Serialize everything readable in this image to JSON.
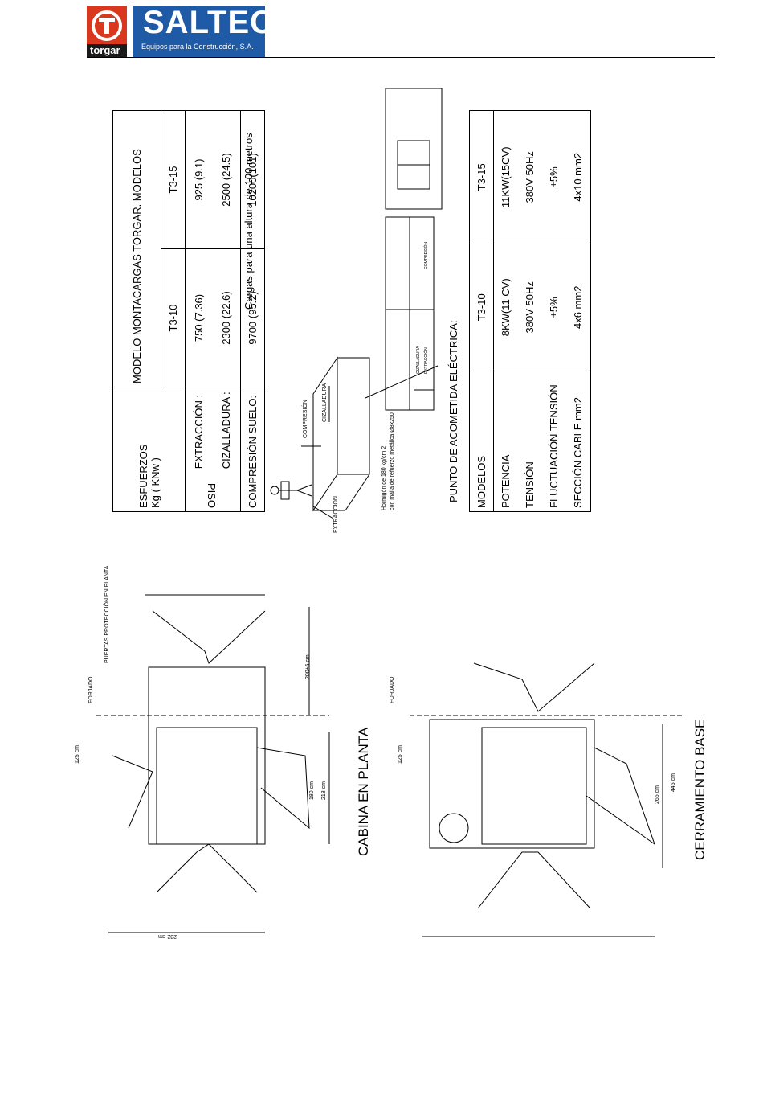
{
  "header": {
    "logo_word": "torgar",
    "brand": "SALTEC",
    "tagline": "Equipos para la Construcción, S.A."
  },
  "forces_table": {
    "title": "MODELO MONTACARGAS TORGAR. MODELOS",
    "esfuerzos_label": "ESFUERZOS",
    "unit_label": "Kg ( KNw )",
    "piso_label": "PISO",
    "columns": [
      "T3-10",
      "T3-15"
    ],
    "rows": [
      {
        "label": "EXTRACCIÓN :",
        "values": [
          "750 (7.36)",
          "925 (9.1)"
        ]
      },
      {
        "label": "CIZALLADURA :",
        "values": [
          "2300 (22.6)",
          "2500 (24.5)"
        ]
      },
      {
        "label": "COMPRESIÓN SUELO:",
        "values": [
          "9700 (95.2)",
          "10200(101)"
        ]
      }
    ]
  },
  "loads_caption": "Cargas para una altura de 100 metros",
  "slab_diagram": {
    "compresion": "COMPRESIÓN",
    "cizalladura": "CIZALLADURA",
    "extraccion": "EXTRACCIÓN",
    "note_line1": "Hormigón de 180 kg/cm 2",
    "note_line2": "con malla de refuerzo metálica Ø8x250"
  },
  "small_labels": {
    "extraccion": "EXTRACCIÓN",
    "cizalladura": "CIZALLADURA",
    "compresion": "COMPRESIÓN"
  },
  "electrical": {
    "title": "PUNTO DE ACOMETIDA ELÉCTRICA:",
    "header_label": "MODELOS",
    "columns": [
      "T3-10",
      "T3-15"
    ],
    "rows": [
      {
        "label": "POTENCIA",
        "values": [
          "8KW(11 CV)",
          "11KW(15CV)"
        ]
      },
      {
        "label": "TENSIÓN",
        "values": [
          "380V 50Hz",
          "380V 50Hz"
        ]
      },
      {
        "label": "FLUCTUACIÓN TENSIÓN",
        "values": [
          "±5%",
          "±5%"
        ]
      },
      {
        "label": "SECCIÓN CABLE mm2",
        "values": [
          "4x6 mm2",
          "4x10 mm2"
        ]
      }
    ]
  },
  "plan_cabina": {
    "title": "CABINA EN PLANTA",
    "forjado": "FORJADO",
    "puertas": "PUERTAS PROTECCIÓN EN PLANTA",
    "dim_125": "125 cm",
    "dim_200": "200±5 cm",
    "dim_180": "180 cm",
    "dim_218": "218 cm",
    "dim_282": "282 cm"
  },
  "plan_cerramiento": {
    "title": "CERRAMIENTO BASE",
    "forjado": "FORJADO",
    "dim_125": "125 cm",
    "dim_266": "266 cm",
    "dim_445": "445 cm"
  }
}
